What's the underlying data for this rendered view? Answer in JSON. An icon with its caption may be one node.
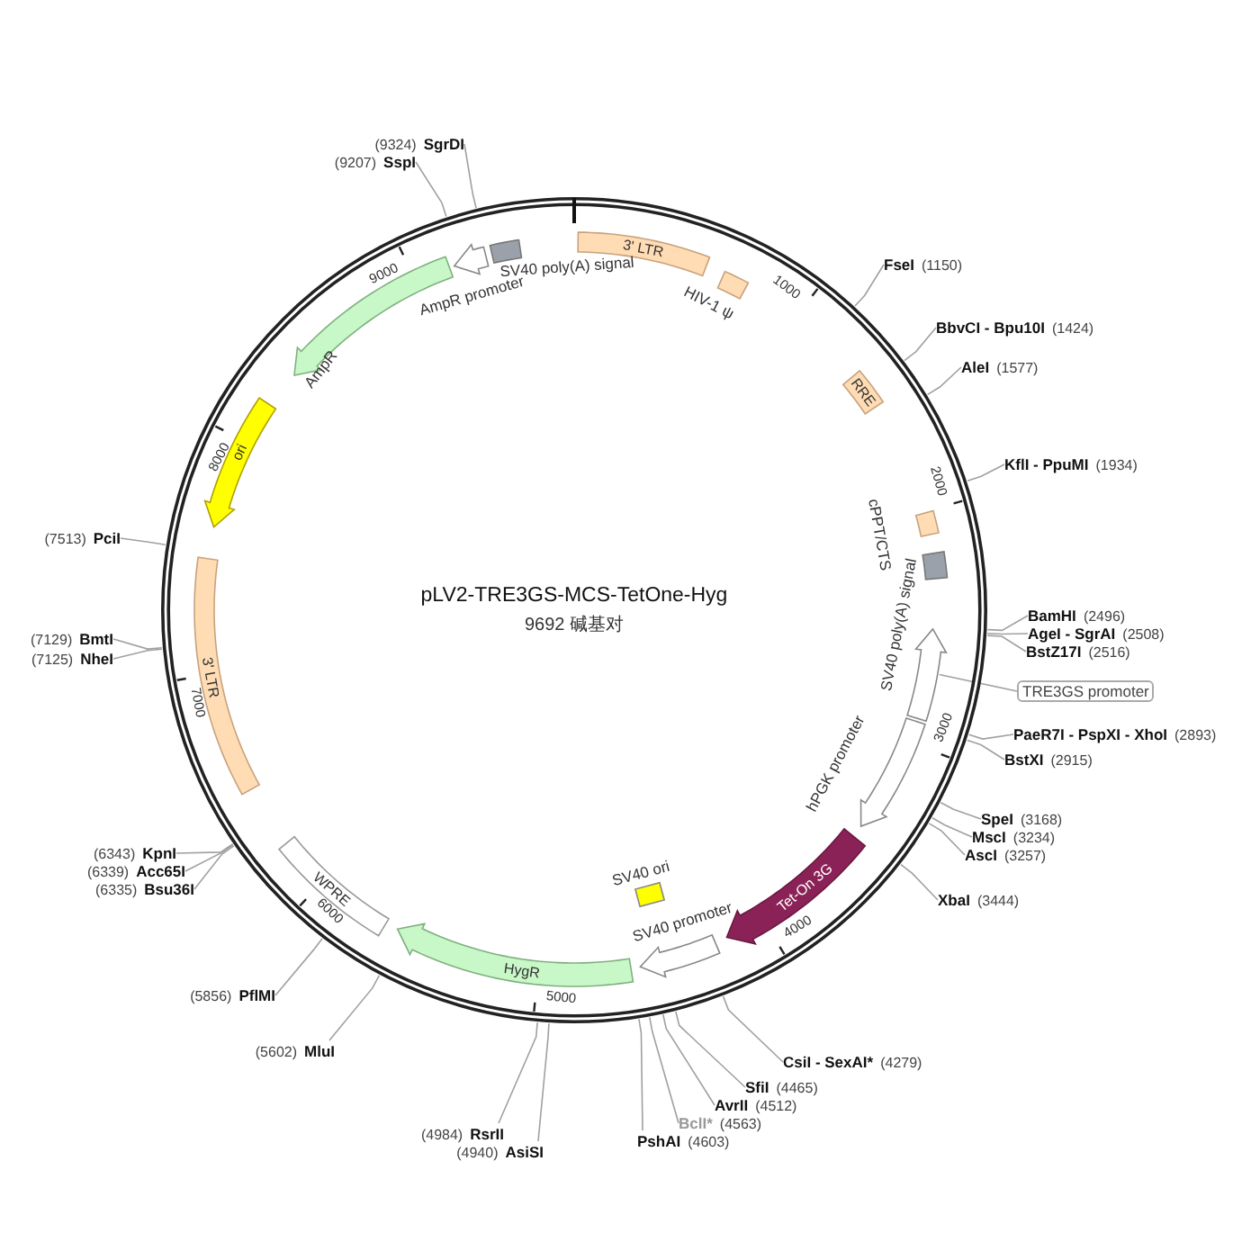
{
  "diagram": {
    "title": "pLV2-TRE3GS-MCS-TetOne-Hyg",
    "nodes": [
      {
        "text": [
          "FseI",
          "(1150)"
        ]
      },
      {
        "text": [
          "BbvCI - Bpu10I",
          "(1424)"
        ]
      },
      {
        "text": [
          "AleI",
          "(1577)"
        ]
      },
      {
        "text": [
          "KflI - PpuMI",
          "(1934)"
        ]
      },
      {
        "text": [
          "BamHI",
          "(2496)"
        ]
      },
      {
        "text": [
          "AgeI - SgrAI",
          "(2508)"
        ]
      },
      {
        "text": [
          "BstZ17I",
          "(2516)"
        ]
      },
      {
        "text": [
          "TRE3GS promoter"
        ]
      },
      {
        "text": [
          "PaeR7I - PspXI - XhoI",
          "(2893)"
        ]
      },
      {
        "text": [
          "BstXI",
          "(2915)"
        ]
      },
      {
        "text": [
          "SpeI",
          "(3168)"
        ]
      },
      {
        "text": [
          "MscI",
          "(3234)"
        ]
      },
      {
        "text": [
          "AscI",
          "(3257)"
        ]
      },
      {
        "text": [
          "XbaI",
          "(3444)"
        ]
      },
      {
        "text": [
          "CsiI - SexAI*",
          "(4279)"
        ]
      },
      {
        "text": [
          "SfiI",
          "(4465)"
        ]
      },
      {
        "text": [
          "AvrII",
          "(4512)"
        ]
      },
      {
        "text": [
          "BclI*",
          "(4563)"
        ]
      },
      {
        "text": [
          "PshAI",
          "(4603)"
        ]
      },
      {
        "text": [
          "(4984)",
          "RsrII"
        ]
      },
      {
        "text": [
          "(4940)",
          "AsiSI"
        ]
      },
      {
        "text": [
          "(5602)",
          "MluI"
        ]
      },
      {
        "text": [
          "(5856)",
          "PflMI"
        ]
      },
      {
        "text": [
          "(6335)",
          "Bsu36I"
        ]
      },
      {
        "text": [
          "(6339)",
          "Acc65I"
        ]
      },
      {
        "text": [
          "(6343)",
          "KpnI"
        ]
      },
      {
        "text": [
          "(7125)",
          "NheI"
        ]
      },
      {
        "text": [
          "(7129)",
          "BmtI"
        ]
      },
      {
        "text": [
          "(7513)",
          "PciI"
        ]
      },
      {
        "text": [
          "(9207)",
          "SspI"
        ]
      },
      {
        "text": [
          "(9324)",
          "SgrDI"
        ]
      },
      {
        "text": [
          "3' LTR"
        ]
      },
      {
        "text": [],
        "shape": "box",
        "beside": [
          "HIV-1 ψ"
        ]
      },
      {
        "text": [
          "RRE"
        ]
      },
      {
        "text": [],
        "shape": "box",
        "beside": [
          "cPPT/CTS"
        ]
      },
      {
        "text": [],
        "shape": "box",
        "beside": [
          "SV40 poly(A) signal"
        ]
      },
      {
        "text": [],
        "shape": "arrow"
      },
      {
        "text": [],
        "shape": "arrow",
        "beside": [
          "hPGK promoter"
        ]
      },
      {
        "text": [
          "Tet-On 3G"
        ]
      },
      {
        "text": [],
        "shape": "arrow",
        "beside": [
          "SV40 promoter"
        ]
      },
      {
        "text": [],
        "shape": "box",
        "beside": [
          "SV40 ori"
        ]
      },
      {
        "text": [
          "HygR"
        ]
      },
      {
        "text": [
          "WPRE"
        ]
      },
      {
        "text": [
          "3' LTR"
        ]
      },
      {
        "text": [
          "ori"
        ]
      },
      {
        "text": [],
        "shape": "arrow",
        "beside": [
          "AmpR"
        ]
      },
      {
        "text": [],
        "shape": "arrow",
        "beside": [
          "AmpR promoter"
        ]
      },
      {
        "text": [],
        "shape": "box",
        "beside": [
          "SV40 poly(A) signal"
        ]
      }
    ],
    "edges": [
      {
        "from": 0,
        "to": null,
        "arrow": "none"
      },
      {
        "from": 1,
        "to": null,
        "arrow": "none"
      },
      {
        "from": 2,
        "to": null,
        "arrow": "none"
      },
      {
        "from": 3,
        "to": null,
        "arrow": "none"
      },
      {
        "from": 4,
        "to": null,
        "arrow": "none"
      },
      {
        "from": 5,
        "to": null,
        "arrow": "none"
      },
      {
        "from": 6,
        "to": null,
        "arrow": "none"
      },
      {
        "from": 7,
        "to": 36,
        "arrow": "none"
      },
      {
        "from": 8,
        "to": null,
        "arrow": "none"
      },
      {
        "from": 9,
        "to": null,
        "arrow": "none"
      },
      {
        "from": 10,
        "to": null,
        "arrow": "none"
      },
      {
        "from": 11,
        "to": null,
        "arrow": "none"
      },
      {
        "from": 12,
        "to": null,
        "arrow": "none"
      },
      {
        "from": 13,
        "to": null,
        "arrow": "none"
      },
      {
        "from": 14,
        "to": null,
        "arrow": "none"
      },
      {
        "from": 15,
        "to": null,
        "arrow": "none"
      },
      {
        "from": 16,
        "to": null,
        "arrow": "none"
      },
      {
        "from": 17,
        "to": null,
        "arrow": "none"
      },
      {
        "from": 18,
        "to": null,
        "arrow": "none"
      },
      {
        "from": 19,
        "to": null,
        "arrow": "none"
      },
      {
        "from": 20,
        "to": null,
        "arrow": "none"
      },
      {
        "from": 21,
        "to": null,
        "arrow": "none"
      },
      {
        "from": 22,
        "to": null,
        "arrow": "none"
      },
      {
        "from": 23,
        "to": null,
        "arrow": "none"
      },
      {
        "from": 24,
        "to": null,
        "arrow": "none"
      },
      {
        "from": 25,
        "to": null,
        "arrow": "none"
      },
      {
        "from": 26,
        "to": null,
        "arrow": "none"
      },
      {
        "from": 27,
        "to": null,
        "arrow": "none"
      },
      {
        "from": 28,
        "to": null,
        "arrow": "none"
      },
      {
        "from": 29,
        "to": null,
        "arrow": "none"
      },
      {
        "from": 30,
        "to": null,
        "arrow": "none"
      }
    ],
    "labels": [
      "9692 碱基对",
      "1000",
      "2000",
      "3000",
      "4000",
      "5000",
      "6000",
      "7000",
      "8000",
      "9000"
    ]
  }
}
